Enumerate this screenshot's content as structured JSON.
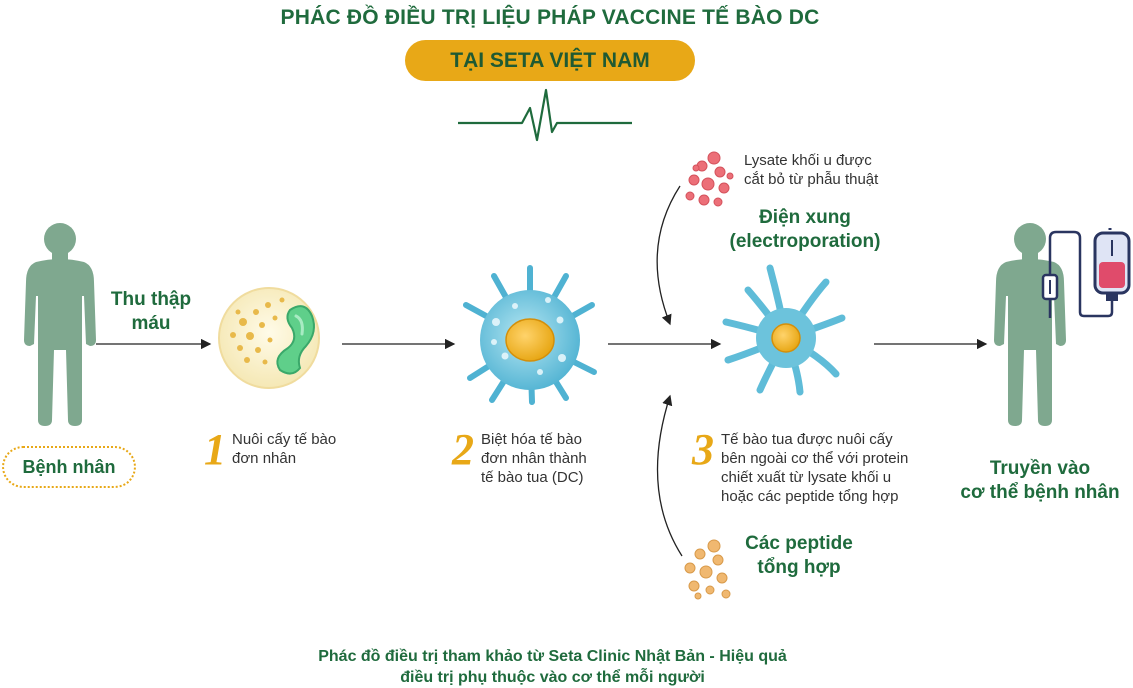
{
  "header": {
    "title": "PHÁC ĐỒ ĐIỀU TRỊ LIỆU PHÁP VACCINE TẾ BÀO DC",
    "subtitle": "TẠI SETA VIỆT NAM"
  },
  "patient": {
    "label": "Bệnh nhân"
  },
  "collect": {
    "line1": "Thu thập",
    "line2": "máu"
  },
  "steps": [
    {
      "number": "1",
      "lines": [
        "Nuôi cấy tế bào",
        "đơn nhân"
      ]
    },
    {
      "number": "2",
      "lines": [
        "Biệt hóa tế bào",
        "đơn nhân thành",
        "tế bào tua (DC)"
      ]
    },
    {
      "number": "3",
      "lines": [
        "Tế bào tua được nuôi cấy",
        "bên ngoài cơ thể với protein",
        "chiết xuất từ lysate khối u",
        "hoặc các peptide tổng hợp"
      ]
    }
  ],
  "lysate": {
    "lines": [
      "Lysate khối u được",
      "cắt bỏ từ phẫu thuật"
    ]
  },
  "electroporation": {
    "line1": "Điện xung",
    "line2": "(electroporation)"
  },
  "peptides": {
    "line1": "Các peptide",
    "line2": "tổng hợp"
  },
  "infusion": {
    "line1": "Truyền vào",
    "line2": "cơ thể bệnh nhân"
  },
  "footer": {
    "line1": "Phác đồ điều trị tham khảo từ Seta Clinic Nhật Bản - Hiệu quả",
    "line2": "điều trị phụ thuộc vào cơ thể mỗi người"
  },
  "colors": {
    "primary_green": "#1f6b3d",
    "accent_gold": "#e8a817",
    "body_green": "#7fa88f",
    "cell_blue": "#6cc3dc",
    "iv_pink": "#e04b6b"
  }
}
